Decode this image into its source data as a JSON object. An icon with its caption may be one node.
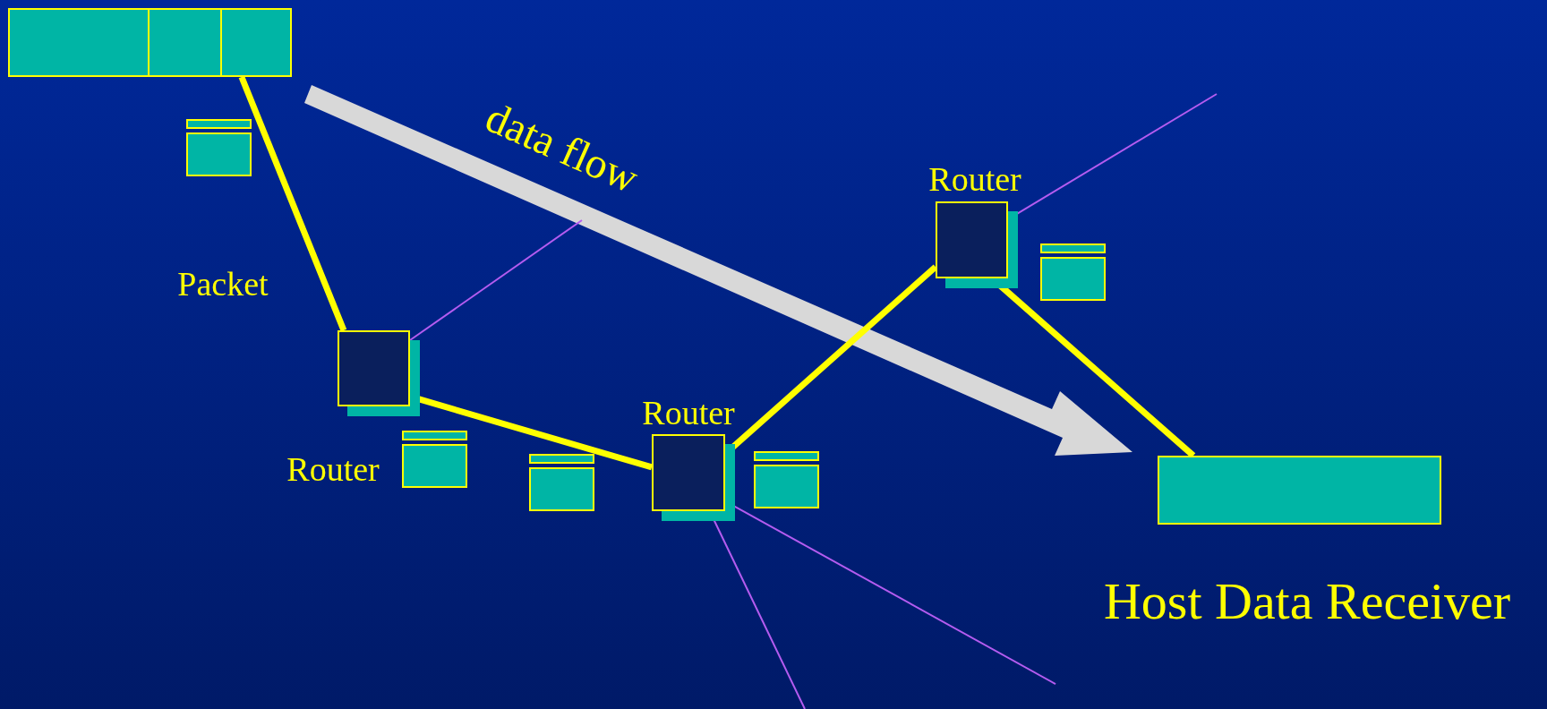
{
  "diagram": {
    "nodes": [
      {
        "text": [],
        "shape": "box"
      },
      {
        "text": [
          "Router"
        ]
      },
      {
        "text": [
          "Router"
        ]
      },
      {
        "text": [
          "Router"
        ]
      },
      {
        "text": [
          "Host Data Receiver"
        ]
      }
    ],
    "edges": [
      {
        "from": 0,
        "to": 1,
        "arrow": "none",
        "style": "thick"
      },
      {
        "from": 1,
        "to": 2,
        "arrow": "none",
        "style": "thick"
      },
      {
        "from": 2,
        "to": 3,
        "arrow": "none",
        "style": "thick"
      },
      {
        "from": 3,
        "to": 4,
        "arrow": "none",
        "style": "thick"
      },
      {
        "from": 1,
        "to": null,
        "arrow": "none",
        "color": "#b45cf0"
      },
      {
        "from": 2,
        "to": null,
        "arrow": "none",
        "color": "#b45cf0"
      },
      {
        "from": 2,
        "to": null,
        "arrow": "none",
        "color": "#b45cf0"
      },
      {
        "from": 3,
        "to": null,
        "arrow": "none",
        "color": "#b45cf0"
      }
    ],
    "labels": [
      "Packet",
      "data flow"
    ]
  }
}
